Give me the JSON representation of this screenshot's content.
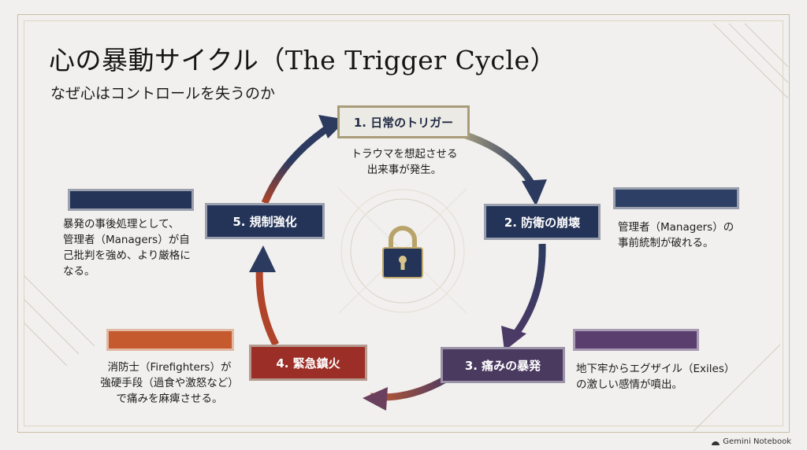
{
  "title": "心の暴動サイクル（The Trigger Cycle）",
  "subtitle": "なぜ心はコントロールを失うのか",
  "steps": [
    {
      "label": "1. 日常のトリガー",
      "desc": [
        "トラウマを想起させる",
        "出来事が発生。"
      ]
    },
    {
      "label": "2. 防衛の崩壊",
      "desc": [
        "管理者（Managers）の",
        "事前統制が破れる。"
      ]
    },
    {
      "label": "3. 痛みの暴発",
      "desc": [
        "地下牢からエグザイル（Exiles）",
        "の激しい感情が噴出。"
      ]
    },
    {
      "label": "4. 緊急鎮火",
      "desc": [
        "消防士（Firefighters）が",
        "強硬手段（過食や激怒など）",
        "で痛みを麻痺させる。"
      ]
    },
    {
      "label": "5. 規制強化",
      "desc": [
        "暴発の事後処理として、",
        "管理者（Managers）が自",
        "己批判を強め、より厳格に",
        "なる。"
      ]
    }
  ],
  "center_icon": "padlock-icon",
  "colors": {
    "navy": "#243458",
    "purple": "#4b3a60",
    "red": "#9b2e26",
    "orange": "#c45a2e",
    "gold": "#a99c78"
  },
  "branding": "Gemini Notebook"
}
